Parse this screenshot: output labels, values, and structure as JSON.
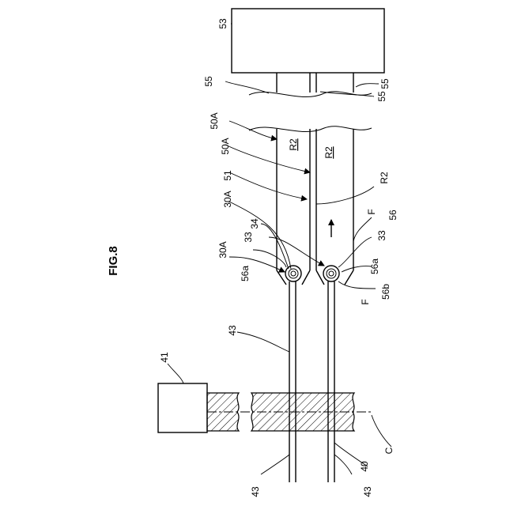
{
  "figure": {
    "title": "FIG.8"
  },
  "labels": {
    "l53": "53",
    "l55a": "55",
    "l55b": "55",
    "l55c": "55",
    "l50A1": "50A",
    "l50A2": "50A",
    "l51": "51",
    "l30A1": "30A",
    "l30A2": "30A",
    "l33a": "33",
    "l34": "34",
    "l33b": "33",
    "l56a1": "56a",
    "l56a2": "56a",
    "l56b": "56b",
    "l56": "56",
    "lR2a": "R2",
    "lR2b": "R2",
    "lR2c": "R2",
    "lF1": "F",
    "lF2": "F",
    "l41": "41",
    "l43a": "43",
    "l43b": "43",
    "l43c": "43",
    "l40": "40",
    "lC": "C"
  }
}
